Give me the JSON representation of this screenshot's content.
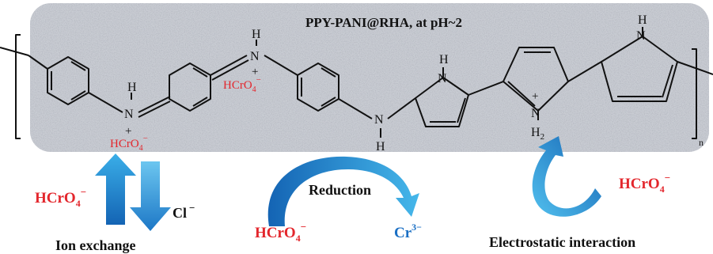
{
  "title": "PPY-PANI@RHA, at pH~2",
  "subscript_n": "n",
  "atoms": {
    "h": "H",
    "n": "N",
    "h2": "H",
    "h2_sub": "2",
    "plus": "+",
    "minus": "−"
  },
  "anion": {
    "base": "HCrO",
    "sub": "4",
    "charge": "−"
  },
  "chloride": {
    "base": "Cl",
    "charge": "−"
  },
  "chromium": {
    "base": "Cr",
    "charge": "3−"
  },
  "labels": {
    "ion_exchange": "Ion exchange",
    "reduction": "Reduction",
    "electrostatic": "Electrostatic interaction"
  },
  "colors": {
    "red": "#e3262c",
    "blue_dark": "#1464b4",
    "blue_light": "#3aaee8"
  }
}
